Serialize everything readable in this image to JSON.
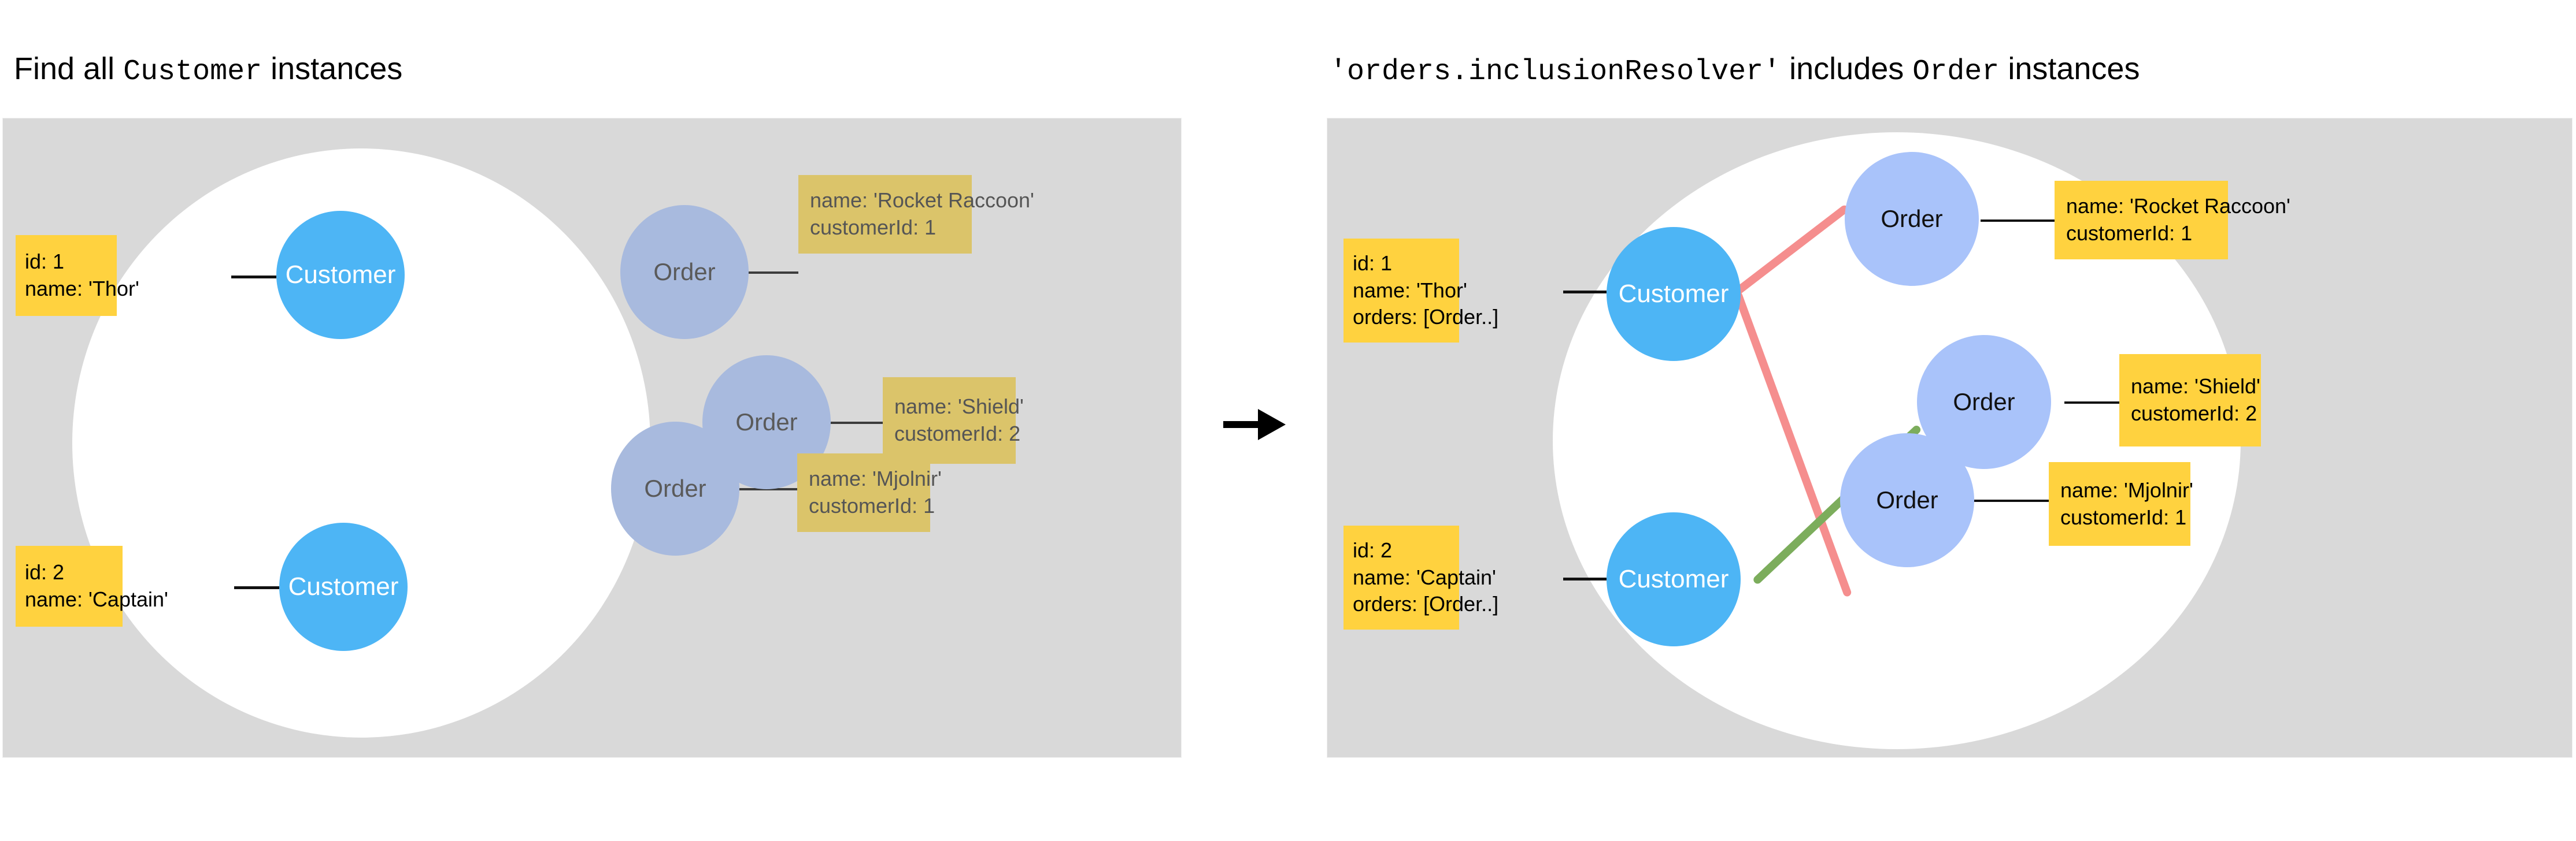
{
  "colors": {
    "panel_bg": "#d9d9d9",
    "ellipse": "#ffffff",
    "customer_node": "#4db5f5",
    "order_node_left": "#a8bade",
    "order_node_right": "#a9c3fa",
    "box_yellow": "#ffd23f",
    "box_tan": "#dbc46a",
    "edge_pink": "#f58e8e",
    "edge_green": "#7cad5c",
    "edge_black": "#111111",
    "text_dark": "#000000",
    "text_muted": "#555555"
  },
  "left_panel": {
    "title": {
      "prefix": "Find all ",
      "code": "Customer",
      "suffix": " instances"
    },
    "customers": [
      {
        "node_label": "Customer",
        "lines": [
          "id: 1",
          "name: 'Thor'"
        ]
      },
      {
        "node_label": "Customer",
        "lines": [
          "id: 2",
          "name: 'Captain'"
        ]
      }
    ],
    "orders": [
      {
        "node_label": "Order",
        "lines": [
          "name:  'Rocket Raccoon'",
          "customerId: 1"
        ]
      },
      {
        "node_label": "Order",
        "lines": [
          "name:  'Shield'",
          "customerId: 2"
        ]
      },
      {
        "node_label": "Order",
        "lines": [
          "name:  'Mjolnir'",
          "customerId: 1"
        ]
      }
    ]
  },
  "transition": {
    "arrow_icon": "arrow-right-icon"
  },
  "right_panel": {
    "title": {
      "code_prefix": "'orders.inclusionResolver'",
      "middle": " includes ",
      "code_suffix": "Order",
      "suffix": " instances"
    },
    "customers": [
      {
        "node_label": "Customer",
        "lines": [
          "id: 1",
          "name: 'Thor'",
          "orders: [Order..]"
        ]
      },
      {
        "node_label": "Customer",
        "lines": [
          " id: 2",
          " name: 'Captain'",
          "orders: [Order..]"
        ]
      }
    ],
    "orders": [
      {
        "node_label": "Order",
        "lines": [
          "name:  'Rocket Raccoon'",
          "customerId: 1"
        ]
      },
      {
        "node_label": "Order",
        "lines": [
          "name:  'Shield'",
          "customerId: 2"
        ]
      },
      {
        "node_label": "Order",
        "lines": [
          "name:  'Mjolnir'",
          "customerId: 1"
        ]
      }
    ],
    "relations": [
      {
        "from": "customer-1",
        "to": "order-rocket-raccoon",
        "color": "#f58e8e"
      },
      {
        "from": "customer-1",
        "to": "order-mjolnir",
        "color": "#f58e8e"
      },
      {
        "from": "customer-2",
        "to": "order-shield",
        "color": "#7cad5c"
      }
    ]
  }
}
